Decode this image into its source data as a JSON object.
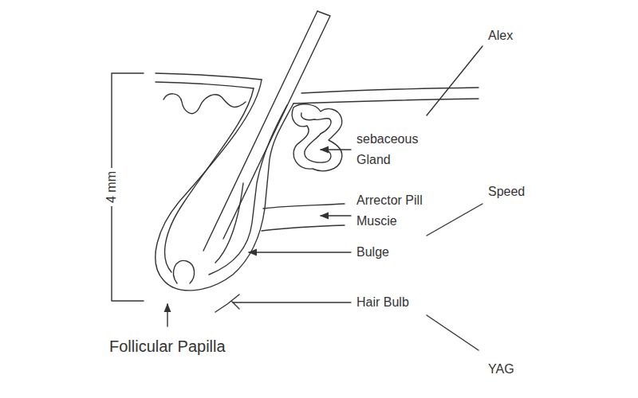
{
  "diagram": {
    "labels": [
      "4 mm",
      "Alex",
      "sebaceous Gland",
      "Arrector Pill Muscie",
      "Speed",
      "Bulge",
      "Hair Bulb",
      "YAG",
      "Follicular Papilla"
    ]
  }
}
